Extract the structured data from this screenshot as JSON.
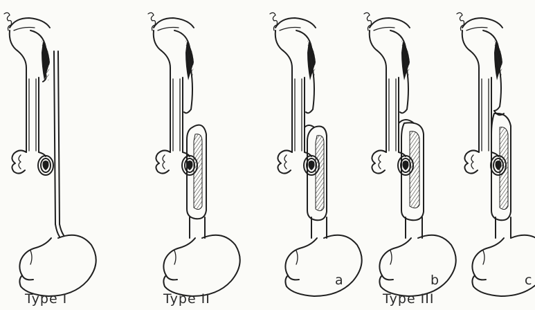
{
  "labels": {
    "type1": "Type I",
    "type2": "Type II",
    "type3": "Type III",
    "sub_a": "a",
    "sub_b": "b",
    "sub_c": "c"
  },
  "colors": {
    "line": "#1f1f1f",
    "background": "#fbfbf8"
  }
}
